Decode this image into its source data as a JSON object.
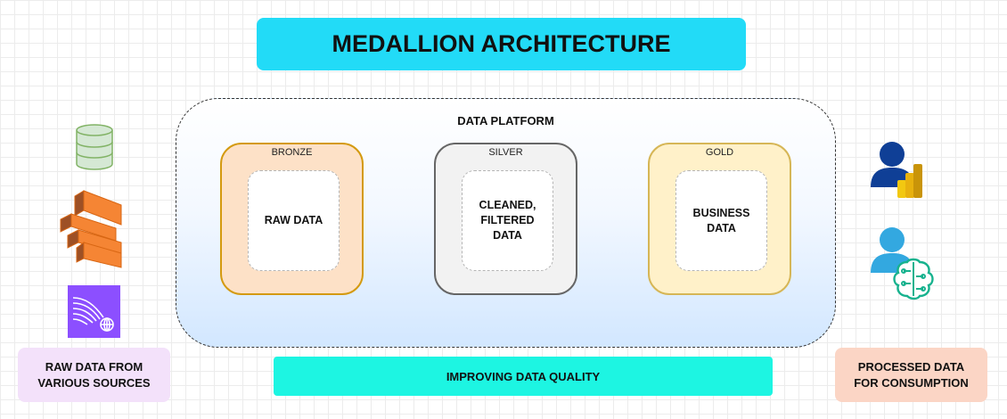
{
  "title": "MEDALLION ARCHITECTURE",
  "platform": {
    "label": "DATA PLATFORM",
    "layers": [
      {
        "name": "BRONZE",
        "content": "RAW DATA",
        "color": "#fde1c7",
        "border": "#d49a10"
      },
      {
        "name": "SILVER",
        "content": "CLEANED,\nFILTERED\nDATA",
        "color": "#f2f2f2",
        "border": "#666666"
      },
      {
        "name": "GOLD",
        "content": "BUSINESS\nDATA",
        "color": "#fff1c9",
        "border": "#d6b656"
      }
    ]
  },
  "quality_bar": "IMPROVING DATA QUALITY",
  "sources_label": "RAW DATA FROM\nVARIOUS SOURCES",
  "consumers_label": "PROCESSED DATA\nFOR CONSUMPTION",
  "icons": {
    "sources": [
      "database-icon",
      "aws-kinesis-icon",
      "data-stream-icon"
    ],
    "consumers": [
      "power-bi-user-icon",
      "ai-user-icon"
    ]
  },
  "colors": {
    "title_bg": "#22dbf7",
    "quality_bar_bg": "#1df5e2",
    "sources_bg": "#f3e1fa",
    "consumers_bg": "#fbd5c5"
  }
}
